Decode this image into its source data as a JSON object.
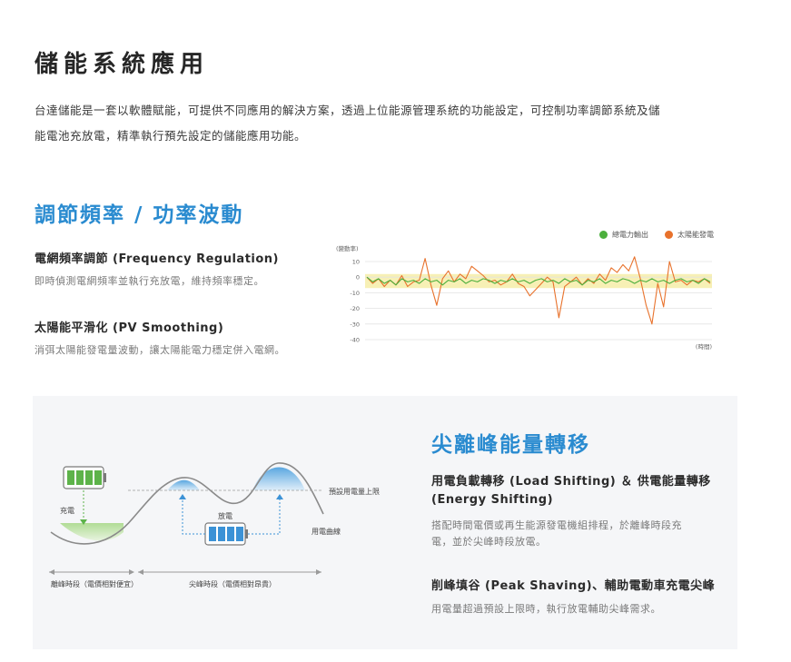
{
  "main_title": "儲能系統應用",
  "intro_line1": "台達儲能是一套以軟體賦能，可提供不同應用的解決方案，透過上位能源管理系統的功能設定，可控制功率調節系統及儲",
  "intro_line2": "能電池充放電，精準執行預先設定的儲能應用功能。",
  "section1": {
    "title": "調節頻率 / 功率波動",
    "item1_title": "電網頻率調節 (Frequency Regulation)",
    "item1_desc": "即時偵測電網頻率並執行充放電，維持頻率穩定。",
    "item2_title": "太陽能平滑化 (PV Smoothing)",
    "item2_desc": "消弭太陽能發電量波動，讓太陽能電力穩定併入電網。"
  },
  "chart_legend": {
    "total": "總電力輸出",
    "solar": "太陽能發電"
  },
  "chart_data": {
    "type": "line",
    "ylabel": "(變動率)",
    "xlabel": "(時間)",
    "yticks": [
      "10",
      "0",
      "-10",
      "-20",
      "-30",
      "-40"
    ],
    "ylim": [
      -40,
      10
    ],
    "band": [
      -7,
      2
    ],
    "series": [
      {
        "name": "總電力輸出",
        "color": "#4caf3d",
        "values": [
          0,
          -3,
          -1,
          -4,
          -2,
          -5,
          -1,
          -3,
          -2,
          -4,
          -1,
          -3,
          -2,
          -5,
          -2,
          -3,
          -1,
          -4,
          -2,
          -3,
          -1,
          -2,
          -4,
          -2,
          -3,
          -1,
          -3,
          -2,
          -4,
          -2,
          -1,
          -3,
          -2,
          -4,
          -1,
          -3,
          -2,
          -5,
          -2,
          -3,
          -1,
          -4,
          -2,
          -3,
          -1,
          -2,
          -4,
          -2,
          -3,
          -1,
          -3,
          -2,
          -4,
          -2,
          -1,
          -3,
          -2,
          -4,
          -1,
          -3
        ]
      },
      {
        "name": "太陽能發電",
        "color": "#e8722c",
        "values": [
          0,
          -4,
          -1,
          -6,
          -2,
          -5,
          1,
          -6,
          -3,
          -2,
          12,
          -5,
          -18,
          -1,
          4,
          -3,
          2,
          -1,
          7,
          4,
          1,
          -3,
          -2,
          -5,
          -3,
          2,
          -4,
          -6,
          -12,
          -8,
          -4,
          0,
          -3,
          -26,
          -6,
          -3,
          0,
          -5,
          -1,
          -4,
          2,
          -2,
          6,
          3,
          8,
          4,
          13,
          -1,
          -18,
          -30,
          -4,
          -19,
          10,
          -3,
          -2,
          -5,
          -2,
          -3,
          -1,
          -4
        ]
      }
    ]
  },
  "section2": {
    "title": "尖離峰能量轉移",
    "item1_title_line1": "用電負載轉移 (Load Shifting) ＆ 供電能量轉移",
    "item1_title_line2": "(Energy Shifting)",
    "item1_desc_line1": "搭配時間電價或再生能源發電機組排程，於離峰時段充",
    "item1_desc_line2": "電，並於尖峰時段放電。",
    "item2_title": "削峰填谷 (Peak Shaving)、輔助電動車充電尖峰",
    "item2_desc": "用電量超過預設上限時，執行放電輔助尖峰需求。"
  },
  "diagram": {
    "charge_label": "充電",
    "discharge_label": "放電",
    "limit_label": "預設用電量上限",
    "curve_label": "用電曲線",
    "offpeak_label": "離峰時段（電價相對便宜）",
    "peak_label": "尖峰時段（電價相對昂貴）"
  }
}
